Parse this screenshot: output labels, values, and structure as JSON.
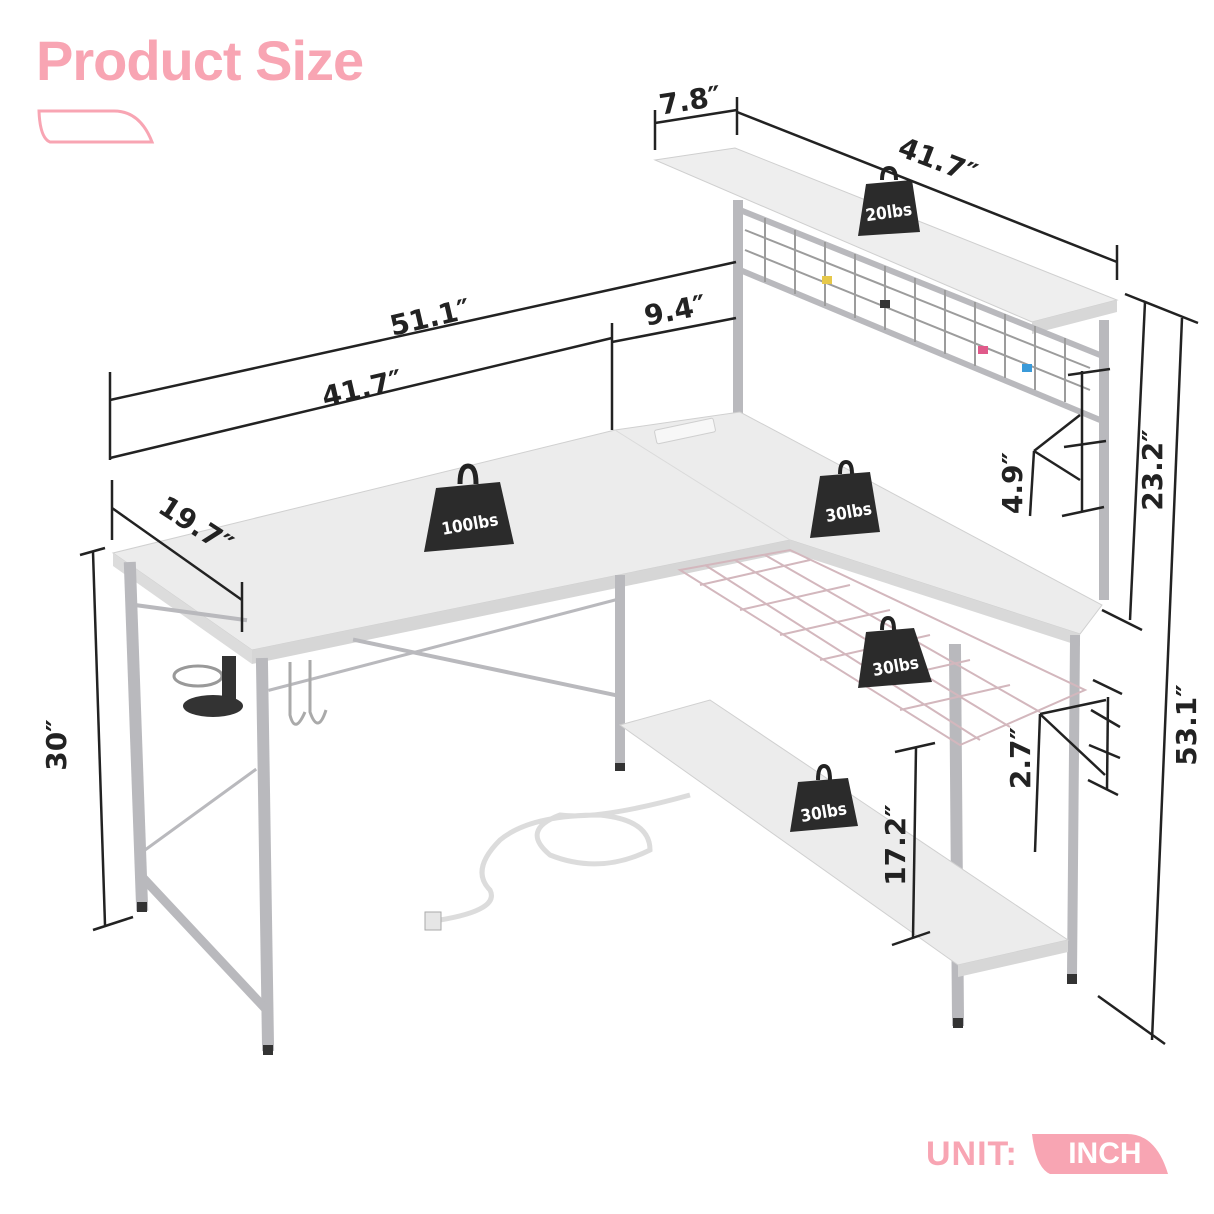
{
  "header": {
    "title": "Product Size"
  },
  "unit": {
    "label": "UNIT:",
    "value": "INCH"
  },
  "colors": {
    "accent_pink": "#f8a5b3",
    "frame_silver": "#b9b9bd",
    "desktop_white": "#eeeeee",
    "weight_black": "#2b2b2b",
    "dimension_line": "#222222"
  },
  "dimensions": {
    "hutch_depth": "7.8″",
    "hutch_width": "41.7″",
    "total_length": "51.1″",
    "main_desk_length": "41.7″",
    "corner_extension": "9.4″",
    "desk_depth": "19.7″",
    "desk_height": "30″",
    "hutch_shelf_gap": "4.9″",
    "hutch_height": "23.2″",
    "total_height": "53.1″",
    "basket_depth": "2.7″",
    "lower_shelf_height": "17.2″"
  },
  "weight_capacities": {
    "hutch_shelf": "20lbs",
    "main_desktop": "100lbs",
    "side_desktop": "30lbs",
    "wire_basket": "30lbs",
    "bottom_shelf": "30lbs"
  }
}
